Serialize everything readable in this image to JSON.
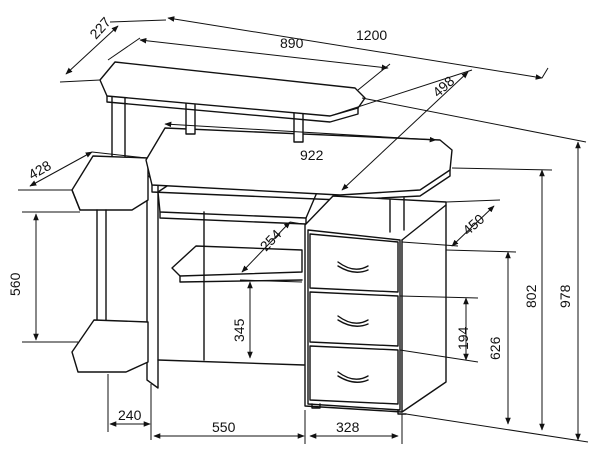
{
  "dimensions": {
    "d227": "227",
    "d1200": "1200",
    "d890": "890",
    "d498": "498",
    "d922": "922",
    "d428": "428",
    "d450": "450",
    "d254": "254",
    "d560": "560",
    "d345": "345",
    "d194": "194",
    "d626": "626",
    "d802": "802",
    "d978": "978",
    "d240": "240",
    "d550": "550",
    "d328": "328"
  },
  "colors": {
    "line": "#111111",
    "fill": "#ffffff",
    "dark_panel": "#2b2b2b"
  }
}
